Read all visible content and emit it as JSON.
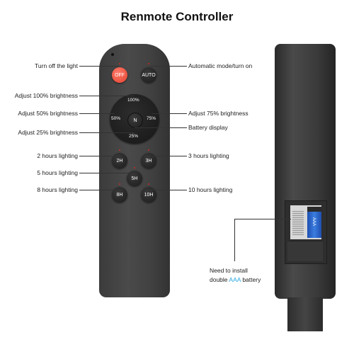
{
  "title": "Renmote Controller",
  "buttons": {
    "off": "OFF",
    "auto": "AUTO",
    "b100": "100%",
    "b50": "50%",
    "b75": "75%",
    "b25": "25%",
    "center": "N",
    "h2": "2H",
    "h3": "3H",
    "h5": "5H",
    "h8": "8H",
    "h10": "10H"
  },
  "callouts": {
    "turn_off": "Turn off the light",
    "auto_mode": "Automatic mode/turn on",
    "adj100": "Adjust 100% brightness",
    "adj50": "Adjust 50% brightness",
    "adj75": "Adjust 75% brightness",
    "battery_display": "Battery display",
    "adj25": "Adjust 25% brightness",
    "h2": "2 hours lighting",
    "h3": "3 hours lighting",
    "h5": "5 hours lighting",
    "h8": "8 hours lighting",
    "h10": "10 hours lighting",
    "install_line1": "Need to install",
    "install_pre": "double ",
    "install_aaa": "AAA",
    "install_post": " battery"
  },
  "battery_text": "AAA",
  "colors": {
    "off_button": "#e3412e",
    "aaa_text": "#27a7e3",
    "remote_body": "#444444"
  }
}
